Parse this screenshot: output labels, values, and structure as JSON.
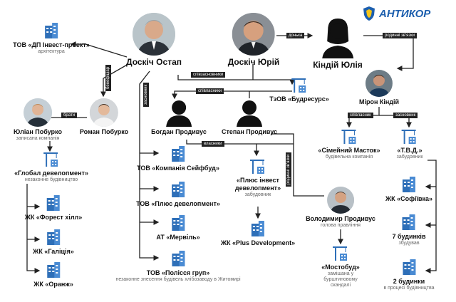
{
  "logo": {
    "text": "АНТИКОР"
  },
  "people": {
    "doskich_ostap": {
      "name": "Доскіч Остап"
    },
    "doskich_yuriy": {
      "name": "Доскіч Юрій"
    },
    "kindiy_yulia": {
      "name": "Кіндій Юлія"
    },
    "myron_kindiy": {
      "name": "Мірон Кіндій"
    },
    "yulian_poburko": {
      "name": "Юліан Побурко",
      "desc": "записана компанія"
    },
    "roman_poburko": {
      "name": "Роман Побурко"
    },
    "bohdan_prodyvus": {
      "name": "Богдан Продивус"
    },
    "stepan_prodyvus": {
      "name": "Степан Продивус"
    },
    "volodymyr_prodyvus": {
      "name": "Володимир Продивус",
      "desc": "голова правління"
    }
  },
  "companies": {
    "dp_invest": {
      "name": "ТОВ «ДП Інвест-проект»",
      "desc": "архітектура"
    },
    "budresurs": {
      "name": "ТзОВ «Будресурс»"
    },
    "global": {
      "name": "«Глобал девелопмент»",
      "desc": "незаконне будівництво"
    },
    "forest": {
      "name": "ЖК «Форест хілл»"
    },
    "galicia": {
      "name": "ЖК «Галіція»"
    },
    "oranzh": {
      "name": "ЖК «Оранж»"
    },
    "seifbud": {
      "name": "ТОВ «Компанія Сейфбуд»"
    },
    "plus_dev": {
      "name": "ТОВ «Плюс девелопмент»"
    },
    "mervil": {
      "name": "АТ «Мервіль»"
    },
    "polissia": {
      "name": "ТОВ «Полісся груп»",
      "desc": "незаконне знесення будівель хлібозаводу в Житомирі"
    },
    "plus_invest": {
      "name": "«Плюс інвест девелопмент»",
      "desc": "забудовник"
    },
    "plus_development": {
      "name": "ЖК «Plus Development»"
    },
    "mostobud": {
      "name": "«Мостобуд»",
      "desc": "замішана у бурштиновому скандалі"
    },
    "simeiny": {
      "name": "«Сімейний Масток»",
      "desc": "будівельна компанія"
    },
    "tvd": {
      "name": "«Т.В.Д.»",
      "desc": "забудовник"
    },
    "sofiivka": {
      "name": "ЖК «Софіївка»"
    },
    "seven": {
      "name": "7 будинків",
      "desc": "збудував"
    },
    "two": {
      "name": "2 будинки",
      "desc": "в процесі будівництва"
    }
  },
  "relations": {
    "benefitsiar": "бенефіціар",
    "zasnovnyk_ostap": "засновник",
    "dochka": "донька",
    "rodynni_zviazky_top": "родинні зв'язки",
    "spivzasnovnyky": "співзасновники",
    "spivlasnyky": "співласники",
    "braty": "брати",
    "vlasnyky": "власники",
    "rodynni_zviazky_side": "родинні зв'язки",
    "spivlasnyk": "співласник",
    "zasnovnyk_myron": "засновник"
  },
  "colors": {
    "line": "#222222",
    "building": "#2e6fb8",
    "logo": "#1d5fae"
  }
}
